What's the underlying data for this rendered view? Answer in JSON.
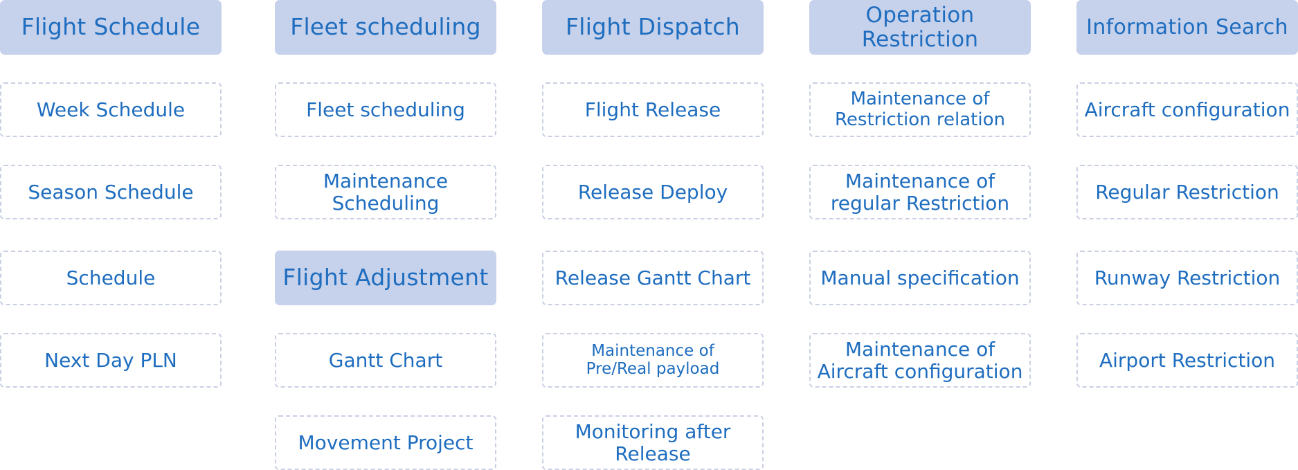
{
  "columns": [
    {
      "header": "Flight Schedule",
      "items": [
        "Week Schedule",
        "Season Schedule",
        "Schedule",
        "Next Day PLN"
      ]
    },
    {
      "header": "Fleet scheduling",
      "items": [
        "Fleet scheduling",
        "Maintenance\nScheduling"
      ],
      "subheader": "Flight Adjustment",
      "subitems": [
        "Gantt Chart",
        "Movement Project"
      ]
    },
    {
      "header": "Flight Dispatch",
      "items": [
        "Flight Release",
        "Release Deploy",
        "Release Gantt Chart",
        "Maintenance of\nPre/Real payload",
        "Monitoring after\nRelease"
      ]
    },
    {
      "header": "Operation\nRestriction",
      "items": [
        "Maintenance of\nRestriction relation",
        "Maintenance of\nregular Restriction",
        "Manual specification",
        "Maintenance of\nAircraft configuration"
      ]
    },
    {
      "header": "Information Search",
      "items": [
        "Aircraft configuration",
        "Regular Restriction",
        "Runway Restriction",
        "Airport Restriction"
      ]
    }
  ]
}
